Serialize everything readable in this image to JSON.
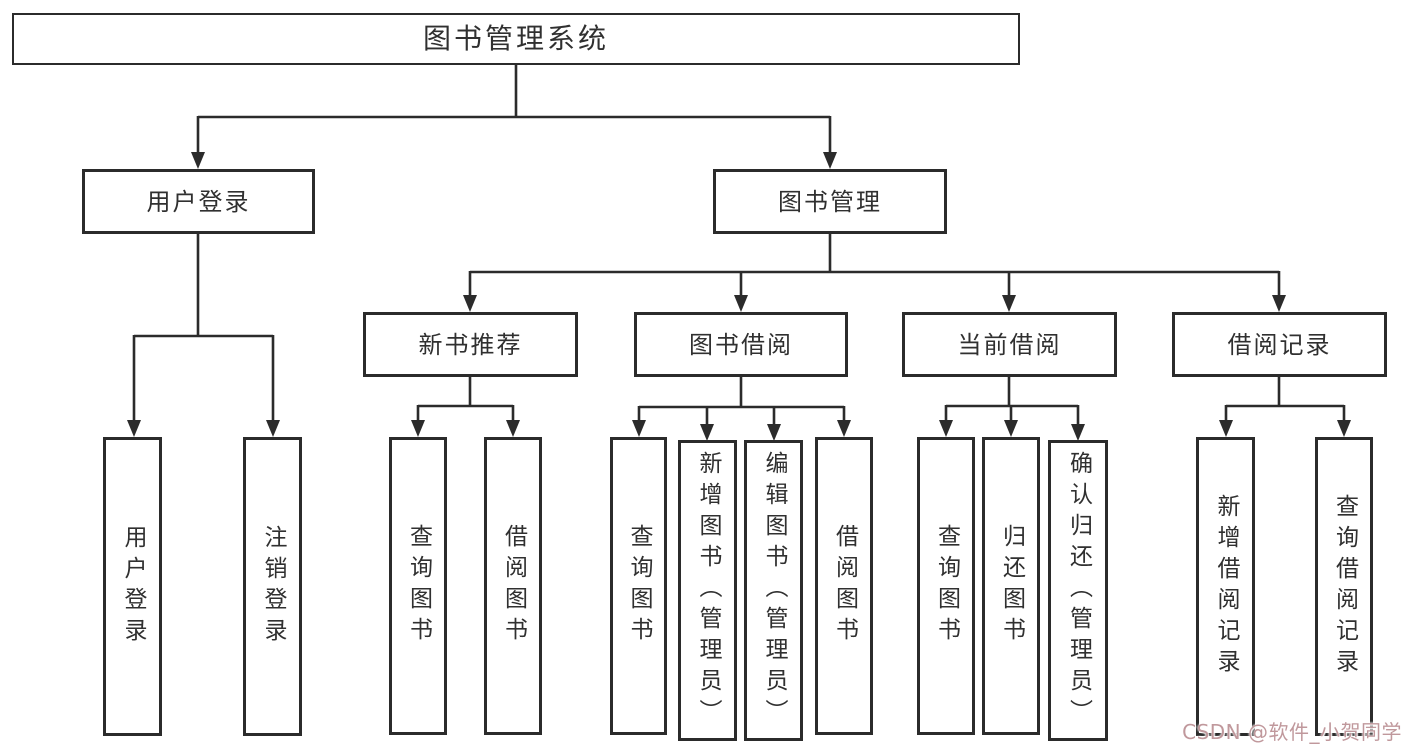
{
  "tree": {
    "root": {
      "label": "图书管理系统"
    },
    "branches": [
      {
        "label": "用户登录",
        "children": [
          {
            "label": "用户登录"
          },
          {
            "label": "注销登录"
          }
        ]
      },
      {
        "label": "图书管理",
        "children": [
          {
            "label": "新书推荐",
            "children": [
              {
                "label": "查询图书"
              },
              {
                "label": "借阅图书"
              }
            ]
          },
          {
            "label": "图书借阅",
            "children": [
              {
                "label": "查询图书"
              },
              {
                "label": "新增图书（管理员）"
              },
              {
                "label": "编辑图书（管理员）"
              },
              {
                "label": "借阅图书"
              }
            ]
          },
          {
            "label": "当前借阅",
            "children": [
              {
                "label": "查询图书"
              },
              {
                "label": "归还图书"
              },
              {
                "label": "确认归还（管理员）"
              }
            ]
          },
          {
            "label": "借阅记录",
            "children": [
              {
                "label": "新增借阅记录"
              },
              {
                "label": "查询借阅记录"
              }
            ]
          }
        ]
      }
    ]
  },
  "watermark": {
    "text": "CSDN @软件_小贺同学"
  },
  "colors": {
    "line": "#2b2b2b",
    "box_border": "#2b2b2b",
    "text": "#303030",
    "background": "#ffffff",
    "watermark": "#c0989c"
  }
}
